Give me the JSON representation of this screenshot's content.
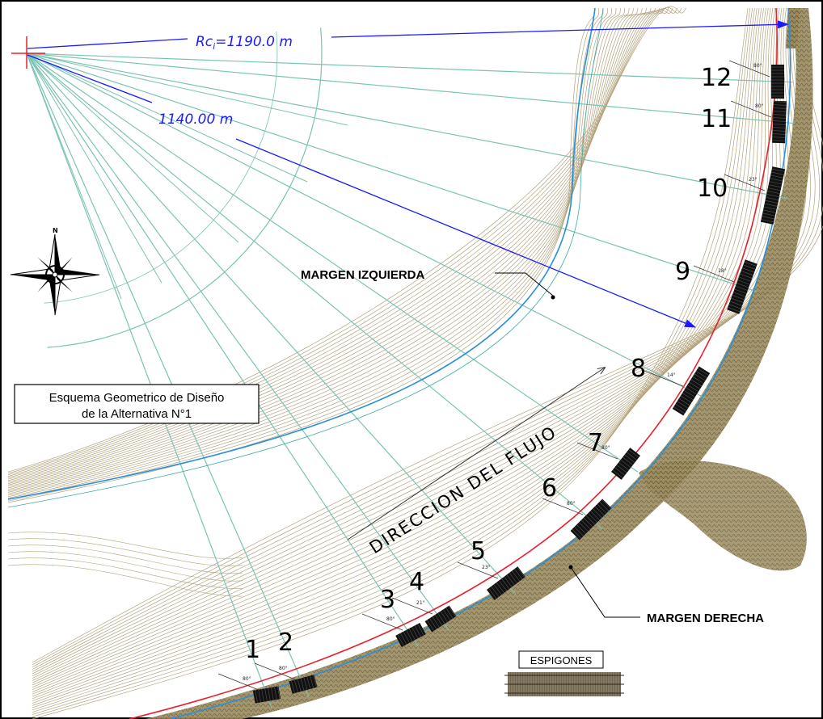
{
  "labels": {
    "radius_outer_prefix": "Rc",
    "radius_outer_sub": "i",
    "radius_outer_value": "=1190.0  m",
    "radius_inner": "1140.00  m",
    "margin_left": "MARGEN IZQUIERDA",
    "margin_right": "MARGEN DERECHA",
    "flow_direction": "DIRECCION   DEL  FLUJO",
    "scheme_line1": "Esquema Geometrico de Diseño",
    "scheme_line2": "de la Alternativa N°1",
    "legend": "ESPIGONES",
    "compass_north": "N"
  },
  "groynes": [
    {
      "number": "1",
      "angle": "80°"
    },
    {
      "number": "2",
      "angle": "80°"
    },
    {
      "number": "3",
      "angle": "80°"
    },
    {
      "number": "4",
      "angle": "21°"
    },
    {
      "number": "5",
      "angle": "23°"
    },
    {
      "number": "6",
      "angle": "80°"
    },
    {
      "number": "7",
      "angle": "80°"
    },
    {
      "number": "8",
      "angle": "14°"
    },
    {
      "number": "9",
      "angle": "18°"
    },
    {
      "number": "10",
      "angle": "23°"
    },
    {
      "number": "11",
      "angle": "80°"
    },
    {
      "number": "12",
      "angle": "80°"
    }
  ],
  "colors": {
    "radial_lines": "#7ac3b4",
    "dimension_arrows": "#1a1aff",
    "design_curve": "#e8202a",
    "river_edge": "#2a8fd6",
    "contours": "#b3a27c",
    "bank_fill": "#8b7b4e",
    "groyne": "#111111",
    "origin_cross": "#e8202a"
  }
}
